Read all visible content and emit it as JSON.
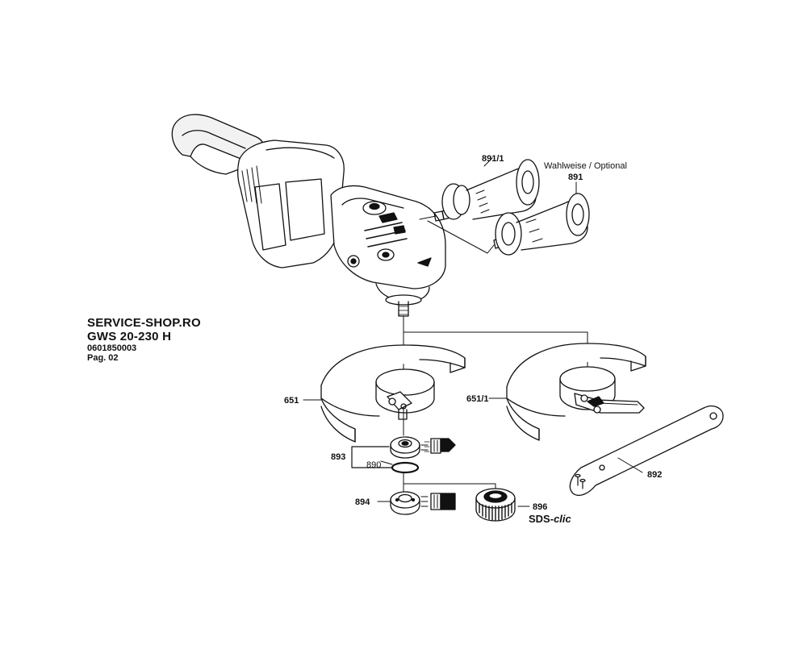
{
  "document": {
    "shop": "SERVICE-SHOP.RO",
    "model": "GWS 20-230 H",
    "part_number": "0601850003",
    "page": "Pag. 02"
  },
  "labels": {
    "p891_1": "891/1",
    "optional_note": "Wahlweise / Optional",
    "p891": "891",
    "p651": "651",
    "p651_1": "651/1",
    "p893": "893",
    "p890": "890",
    "p892": "892",
    "p894": "894",
    "p896": "896",
    "sds_prefix": "SDS-",
    "sds_suffix": "clic"
  }
}
